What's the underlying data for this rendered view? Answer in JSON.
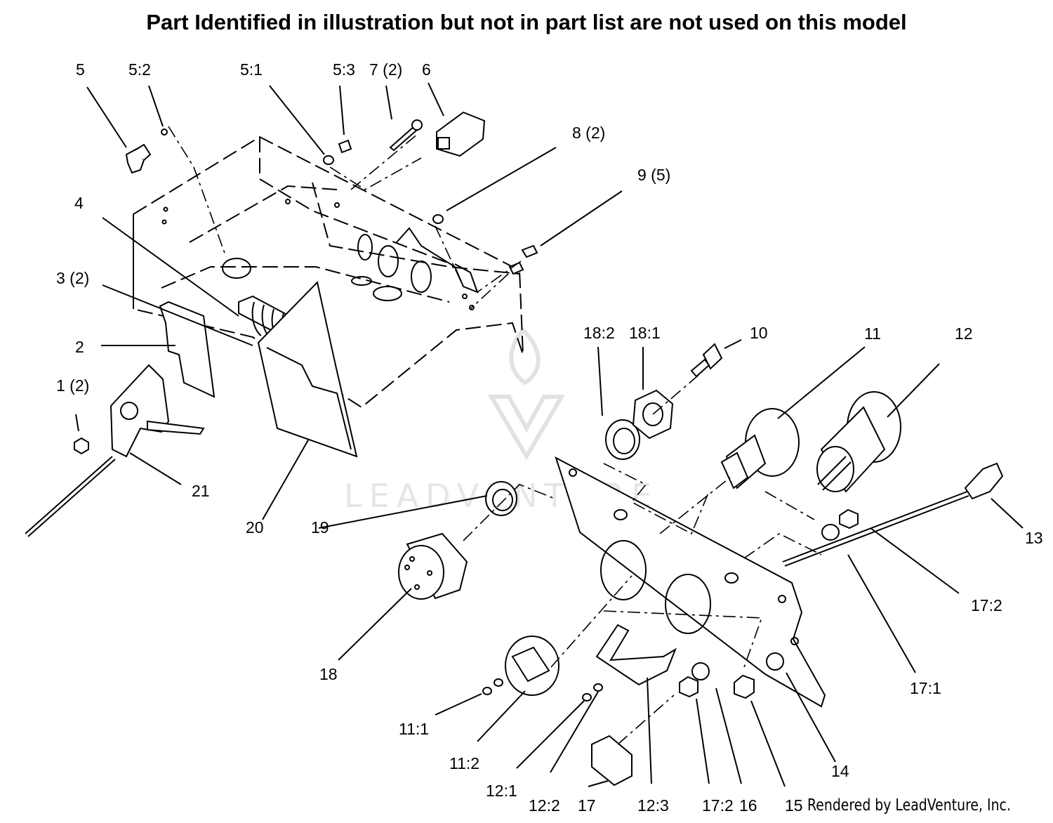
{
  "header": "Part Identified in illustration but not in part list are not used on this model",
  "footer": "Rendered by LeadVenture, Inc.",
  "watermark": "LEADVENTURE",
  "callouts": [
    "5",
    "5:2",
    "5:1",
    "5:3",
    "7 (2)",
    "6",
    "8 (2)",
    "9 (5)",
    "4",
    "3 (2)",
    "2",
    "1 (2)",
    "21",
    "20",
    "19",
    "18",
    "18:2",
    "18:1",
    "10",
    "11",
    "12",
    "13",
    "17:2",
    "17:1",
    "11:1",
    "11:2",
    "12:1",
    "12:2",
    "17",
    "12:3",
    "17:2",
    "16",
    "15",
    "14"
  ]
}
